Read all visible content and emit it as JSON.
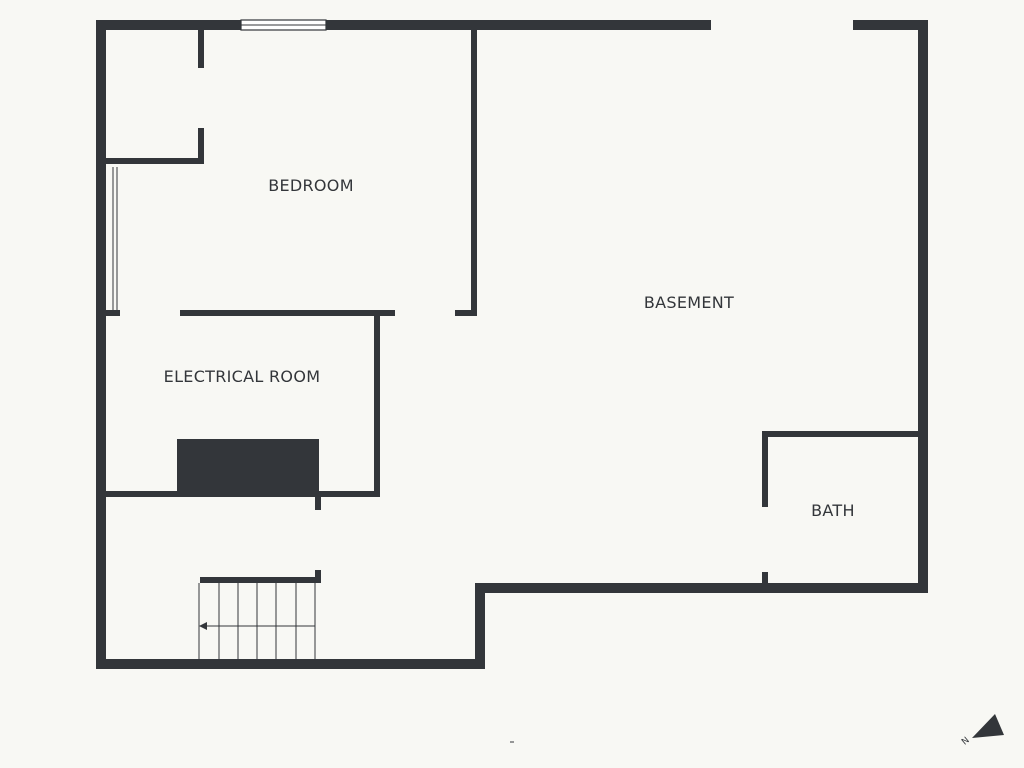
{
  "background_color": "#f8f8f4",
  "wall_color": "#33363a",
  "opening_color": "#ffffff",
  "rooms": [
    {
      "id": "bedroom",
      "label": "BEDROOM"
    },
    {
      "id": "basement",
      "label": "BASEMENT"
    },
    {
      "id": "electrical-room",
      "label": "ELECTRICAL ROOM"
    },
    {
      "id": "bath",
      "label": "BATH"
    }
  ],
  "north_arrow": {
    "label": "N",
    "icon": "north-arrow-icon"
  },
  "stairs": {
    "icon": "stair-direction-arrow-icon",
    "direction": "left"
  }
}
